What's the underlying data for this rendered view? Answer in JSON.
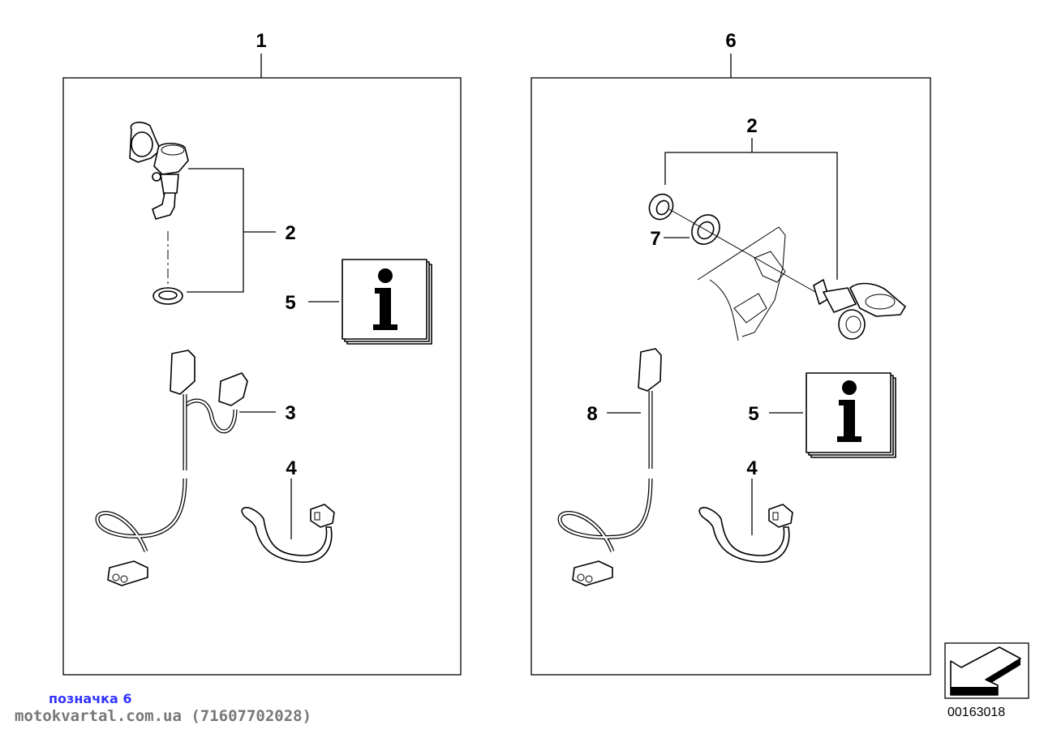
{
  "diagram": {
    "panels": [
      {
        "id": "left",
        "kit_label": "1",
        "callouts": [
          {
            "label": "2",
            "part": "socket-with-nut"
          },
          {
            "label": "5",
            "part": "info-sheet"
          },
          {
            "label": "3",
            "part": "wiring-harness-y"
          },
          {
            "label": "4",
            "part": "cable-tie"
          }
        ]
      },
      {
        "id": "right",
        "kit_label": "6",
        "callouts": [
          {
            "label": "2",
            "part": "socket-with-nut"
          },
          {
            "label": "7",
            "part": "washer"
          },
          {
            "label": "8",
            "part": "wiring-harness"
          },
          {
            "label": "5",
            "part": "info-sheet"
          },
          {
            "label": "4",
            "part": "cable-tie"
          }
        ]
      }
    ],
    "info_glyph": "i",
    "diagram_code": "00163018"
  },
  "watermark": {
    "line1": "позначка 6",
    "line2": "motokvartal.com.ua (71607702028)",
    "line1_color": "#3333ff",
    "line2_color": "#777777"
  }
}
